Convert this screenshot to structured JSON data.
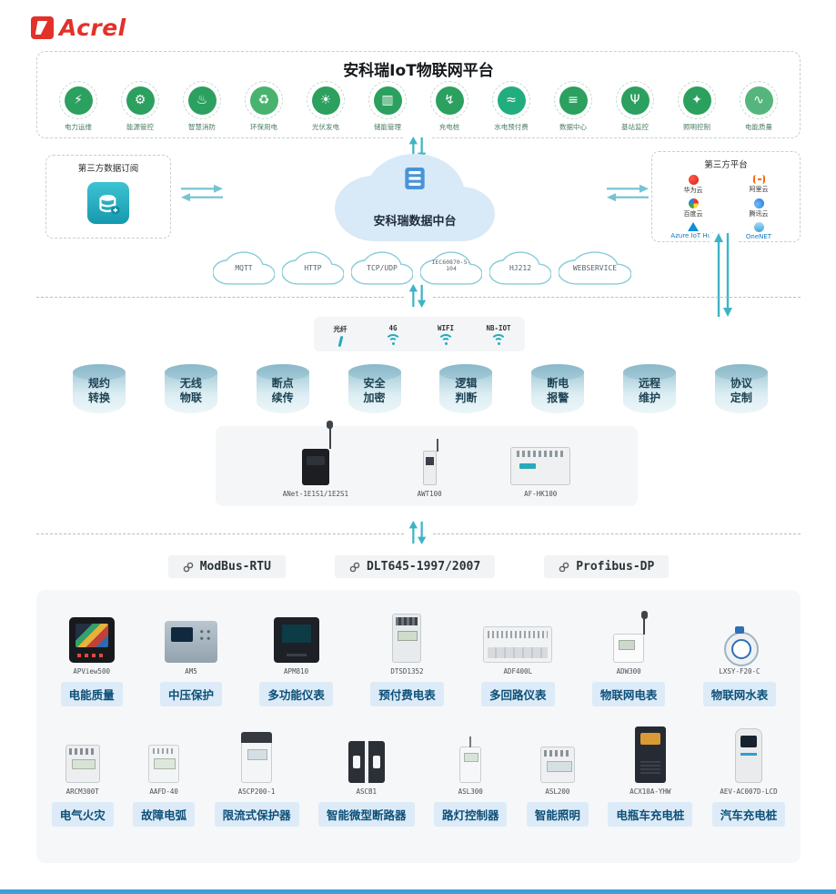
{
  "logo": {
    "brand": "Acrel"
  },
  "header": {
    "title": "安科瑞IoT物联网平台"
  },
  "colors": {
    "accent_teal": "#3db4c6",
    "brand_red": "#e2312a",
    "app_green": "#2ba05f",
    "label_bg": "#dcebf7",
    "label_text": "#0d4f78",
    "cloud_fill": "#d8e9f7"
  },
  "apps": [
    {
      "label": "电力运维",
      "glyph": "⚡",
      "icon": "power-ops-icon"
    },
    {
      "label": "能源管控",
      "glyph": "⚙",
      "icon": "energy-mgmt-icon"
    },
    {
      "label": "智慧消防",
      "glyph": "♨",
      "icon": "fire-safety-icon"
    },
    {
      "label": "环保用电",
      "glyph": "♻",
      "icon": "eco-power-icon"
    },
    {
      "label": "光伏发电",
      "glyph": "☀",
      "icon": "pv-icon"
    },
    {
      "label": "储能管理",
      "glyph": "▥",
      "icon": "storage-icon"
    },
    {
      "label": "充电桩",
      "glyph": "↯",
      "icon": "charging-pile-icon"
    },
    {
      "label": "水电预付费",
      "glyph": "≈",
      "icon": "prepaid-icon"
    },
    {
      "label": "数据中心",
      "glyph": "≡",
      "icon": "data-center-icon"
    },
    {
      "label": "基站监控",
      "glyph": "Ψ",
      "icon": "base-station-icon"
    },
    {
      "label": "照明控制",
      "glyph": "✦",
      "icon": "lighting-icon"
    },
    {
      "label": "电能质量",
      "glyph": "∿",
      "icon": "power-quality-icon"
    }
  ],
  "exchange": {
    "left_box_title": "第三方数据订阅",
    "cloud_label": "安科瑞数据中台",
    "right_box_title": "第三方平台",
    "vendors": [
      {
        "name": "华为云",
        "icon": "huawei-cloud-icon"
      },
      {
        "name": "阿里云",
        "icon": "alibaba-cloud-icon"
      },
      {
        "name": "百度云",
        "icon": "pinwheel-cloud-icon"
      },
      {
        "name": "腾讯云",
        "icon": "tencent-cloud-icon"
      },
      {
        "name": "Azure IoT Hub",
        "icon": "azure-iot-hub-icon"
      },
      {
        "name": "OneNET",
        "icon": "onenet-cloud-icon"
      }
    ]
  },
  "protocol_clouds": [
    {
      "label": "MQTT"
    },
    {
      "label": "HTTP"
    },
    {
      "label": "TCP/UDP"
    },
    {
      "label": "IEC60870-5-104"
    },
    {
      "label": "HJ212"
    },
    {
      "label": "WEBSERVICE"
    }
  ],
  "connectivity": [
    {
      "label": "光纤",
      "icon": "fiber-icon"
    },
    {
      "label": "4G",
      "icon": "wifi-icon"
    },
    {
      "label": "WIFI",
      "icon": "wifi-icon"
    },
    {
      "label": "NB-IOT",
      "icon": "wifi-icon"
    }
  ],
  "functions": [
    {
      "line1": "规约",
      "line2": "转换"
    },
    {
      "line1": "无线",
      "line2": "物联"
    },
    {
      "line1": "断点",
      "line2": "续传"
    },
    {
      "line1": "安全",
      "line2": "加密"
    },
    {
      "line1": "逻辑",
      "line2": "判断"
    },
    {
      "line1": "断电",
      "line2": "报警"
    },
    {
      "line1": "远程",
      "line2": "维护"
    },
    {
      "line1": "协议",
      "line2": "定制"
    }
  ],
  "gateways": [
    {
      "model": "ANet-1E1S1/1E2S1"
    },
    {
      "model": "AWT100"
    },
    {
      "model": "AF-HK100"
    }
  ],
  "bus_protocols": [
    {
      "label": "ModBus-RTU",
      "icon": "link-icon"
    },
    {
      "label": "DLT645-1997/2007",
      "icon": "link-icon"
    },
    {
      "label": "Profibus-DP",
      "icon": "link-icon"
    }
  ],
  "devices_row1": [
    {
      "model": "APView500",
      "label": "电能质量"
    },
    {
      "model": "AM5",
      "label": "中压保护"
    },
    {
      "model": "APM810",
      "label": "多功能仪表"
    },
    {
      "model": "DTSD1352",
      "label": "预付费电表"
    },
    {
      "model": "ADF400L",
      "label": "多回路仪表"
    },
    {
      "model": "ADW300",
      "label": "物联网电表"
    },
    {
      "model": "LXSY-F20-C",
      "label": "物联网水表"
    }
  ],
  "devices_row2": [
    {
      "model": "ARCM300T",
      "label": "电气火灾"
    },
    {
      "model": "AAFD-40",
      "label": "故障电弧"
    },
    {
      "model": "ASCP200-1",
      "label": "限流式保护器"
    },
    {
      "model": "ASCB1",
      "label": "智能微型断路器"
    },
    {
      "model": "ASL300",
      "label": "路灯控制器"
    },
    {
      "model": "ASL200",
      "label": "智能照明"
    },
    {
      "model": "ACX10A-YHW",
      "label": "电瓶车充电桩"
    },
    {
      "model": "AEV-AC007D-LCD",
      "label": "汽车充电桩"
    }
  ]
}
